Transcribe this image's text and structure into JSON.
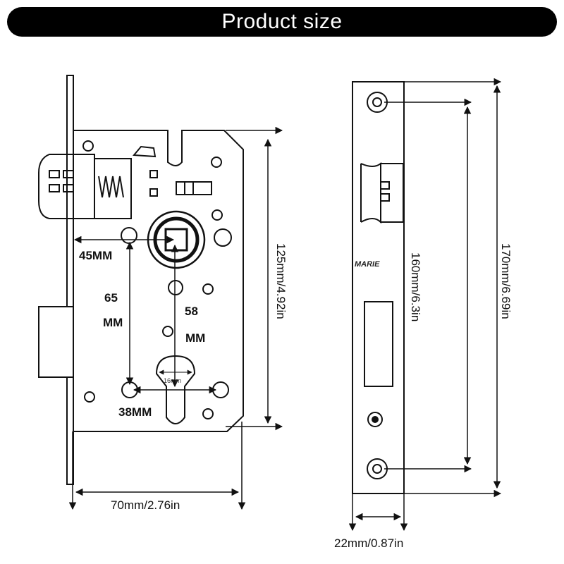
{
  "title": "Product size",
  "front_view": {
    "width_label": "70mm/2.76in",
    "height_label": "125mm/4.92in",
    "dim_45": "45MM",
    "dim_65_a": "65",
    "dim_65_b": "MM",
    "dim_58_a": "58",
    "dim_58_b": "MM",
    "dim_38": "38MM",
    "dim_16": "16mm"
  },
  "side_view": {
    "brand": "MARIE",
    "width_label": "22mm/0.87in",
    "inner_height_label": "160mm/6.3in",
    "outer_height_label": "170mm/6.69in"
  },
  "colors": {
    "title_bg": "#000000",
    "title_text": "#ffffff",
    "line": "#111111"
  }
}
